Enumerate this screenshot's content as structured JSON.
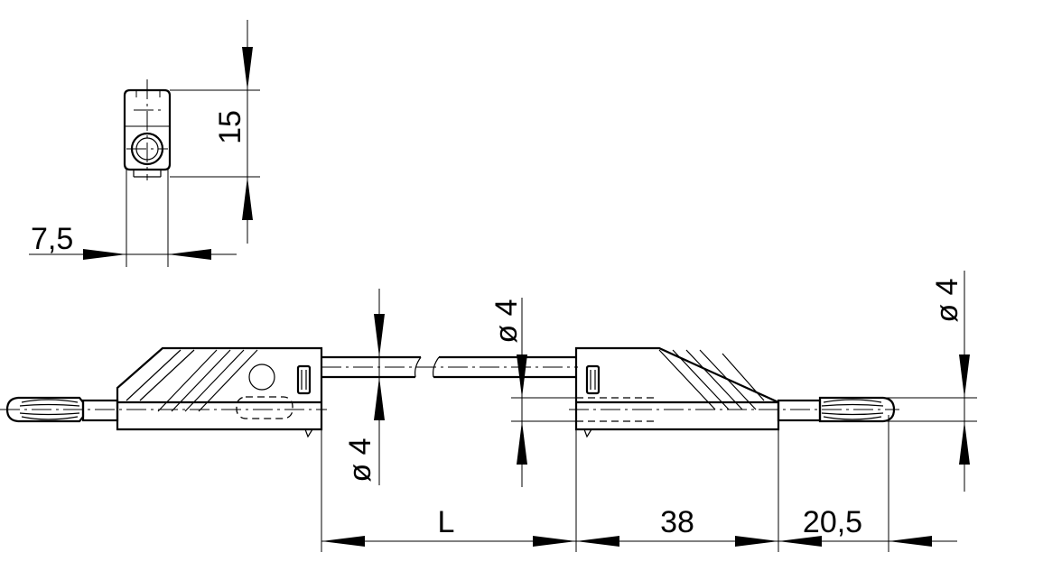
{
  "dimensions": {
    "height_top_view": "15",
    "width_top_view": "7,5",
    "cable_diameter": "ø 4",
    "socket_diameter": "ø 4",
    "pin_diameter": "ø 4",
    "cable_length": "L",
    "plug_body_length": "38",
    "pin_length": "20,5"
  },
  "line_color": "#000000",
  "background_color": "#ffffff"
}
